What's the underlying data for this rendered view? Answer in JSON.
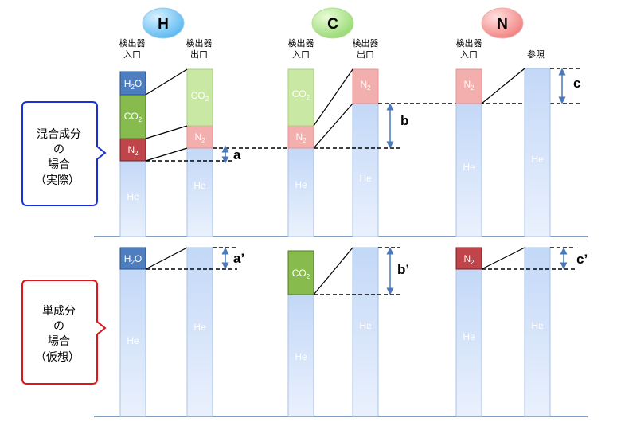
{
  "headers": [
    {
      "label": "H",
      "color": "#4fb3f0"
    },
    {
      "label": "C",
      "color": "#8fd86a"
    },
    {
      "label": "N",
      "color": "#f07a78"
    }
  ],
  "column_labels": {
    "inlet": [
      "検出器",
      "入口"
    ],
    "outlet": [
      "検出器",
      "出口"
    ],
    "reference": "参照"
  },
  "gas_labels": {
    "he": "He",
    "h2o": {
      "main": "H",
      "sub": "2",
      "tail": "O"
    },
    "co2": {
      "main": "CO",
      "sub": "2"
    },
    "n2": {
      "main": "N",
      "sub": "2"
    }
  },
  "markers": {
    "a": "a",
    "b": "b",
    "c": "c",
    "a_prime": "a’",
    "b_prime": "b’",
    "c_prime": "c’"
  },
  "callouts": {
    "mixed": [
      "混合成分",
      "の",
      "場合",
      "（実際）"
    ],
    "single": [
      "単成分",
      "の",
      "場合",
      "（仮想）"
    ]
  },
  "colors": {
    "he": "#dce8fb",
    "h2o": "#4d7ec0",
    "co2": "#88bb4e",
    "co2_faded": "#c9e8a3",
    "n2": "#c0454a",
    "n2_faded": "#f3aeae",
    "baseline": "#7f9ec2",
    "callout_mixed": "#1a2fd6",
    "callout_single": "#e0151b"
  }
}
